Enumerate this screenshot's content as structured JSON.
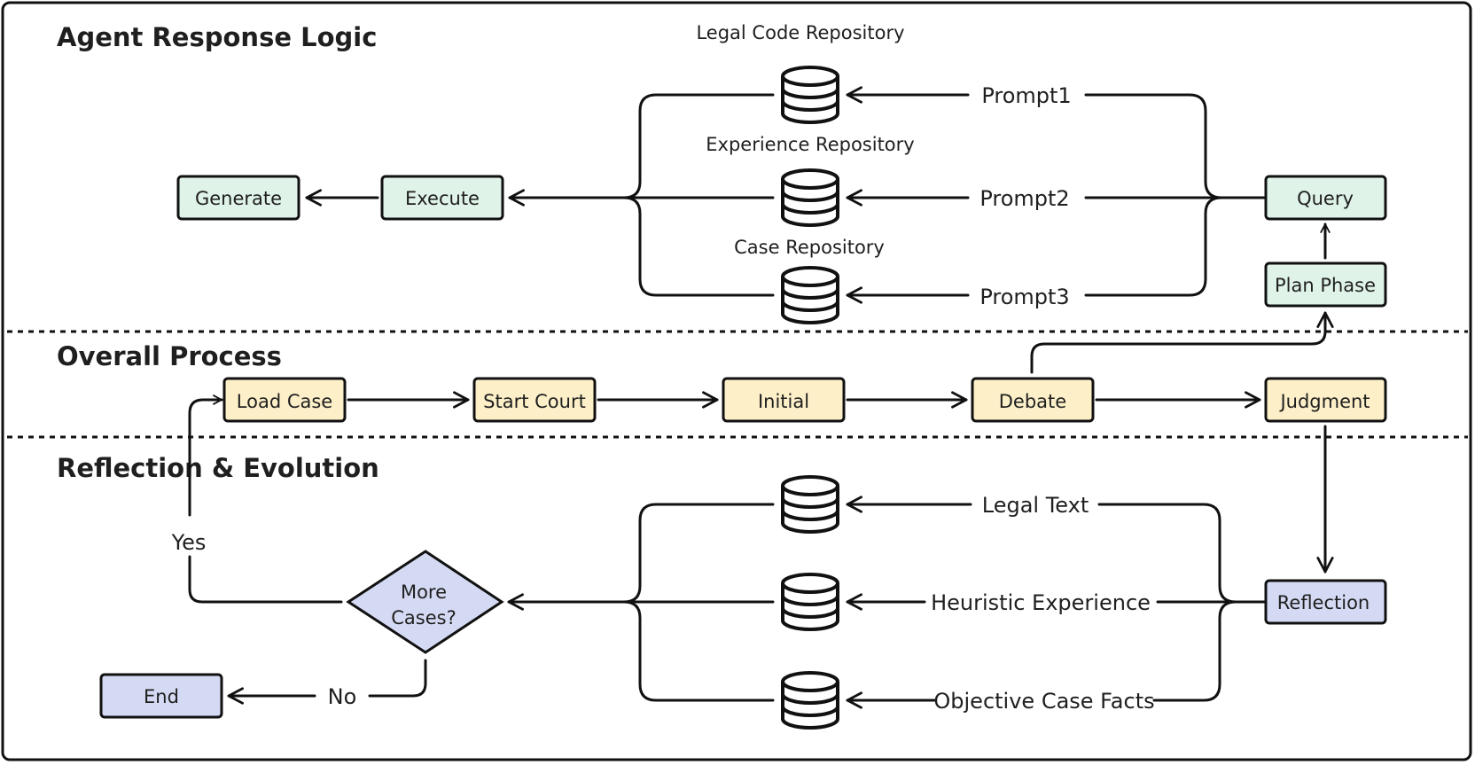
{
  "sections": {
    "agent": "Agent Response Logic",
    "overall": "Overall Process",
    "reflection": "Reflection & Evolution"
  },
  "agent": {
    "repos": [
      "Legal Code Repository",
      "Experience Repository",
      "Case Repository"
    ],
    "prompts": [
      "Prompt1",
      "Prompt2",
      "Prompt3"
    ],
    "nodes": {
      "generate": "Generate",
      "execute": "Execute",
      "query": "Query",
      "plan": "Plan Phase"
    }
  },
  "overall": {
    "steps": [
      "Load Case",
      "Start Court",
      "Initial",
      "Debate",
      "Judgment"
    ]
  },
  "reflection": {
    "inputs": [
      "Legal Text",
      "Heuristic Experience",
      "Objective Case Facts"
    ],
    "nodes": {
      "reflection": "Reflection",
      "decision_line1": "More",
      "decision_line2": "Cases?",
      "end": "End"
    },
    "labels": {
      "yes": "Yes",
      "no": "No"
    }
  },
  "colors": {
    "agent_fill": "#dff3e8",
    "process_fill": "#fdf0c9",
    "reflection_fill": "#d4daf3",
    "stroke": "#111111"
  }
}
